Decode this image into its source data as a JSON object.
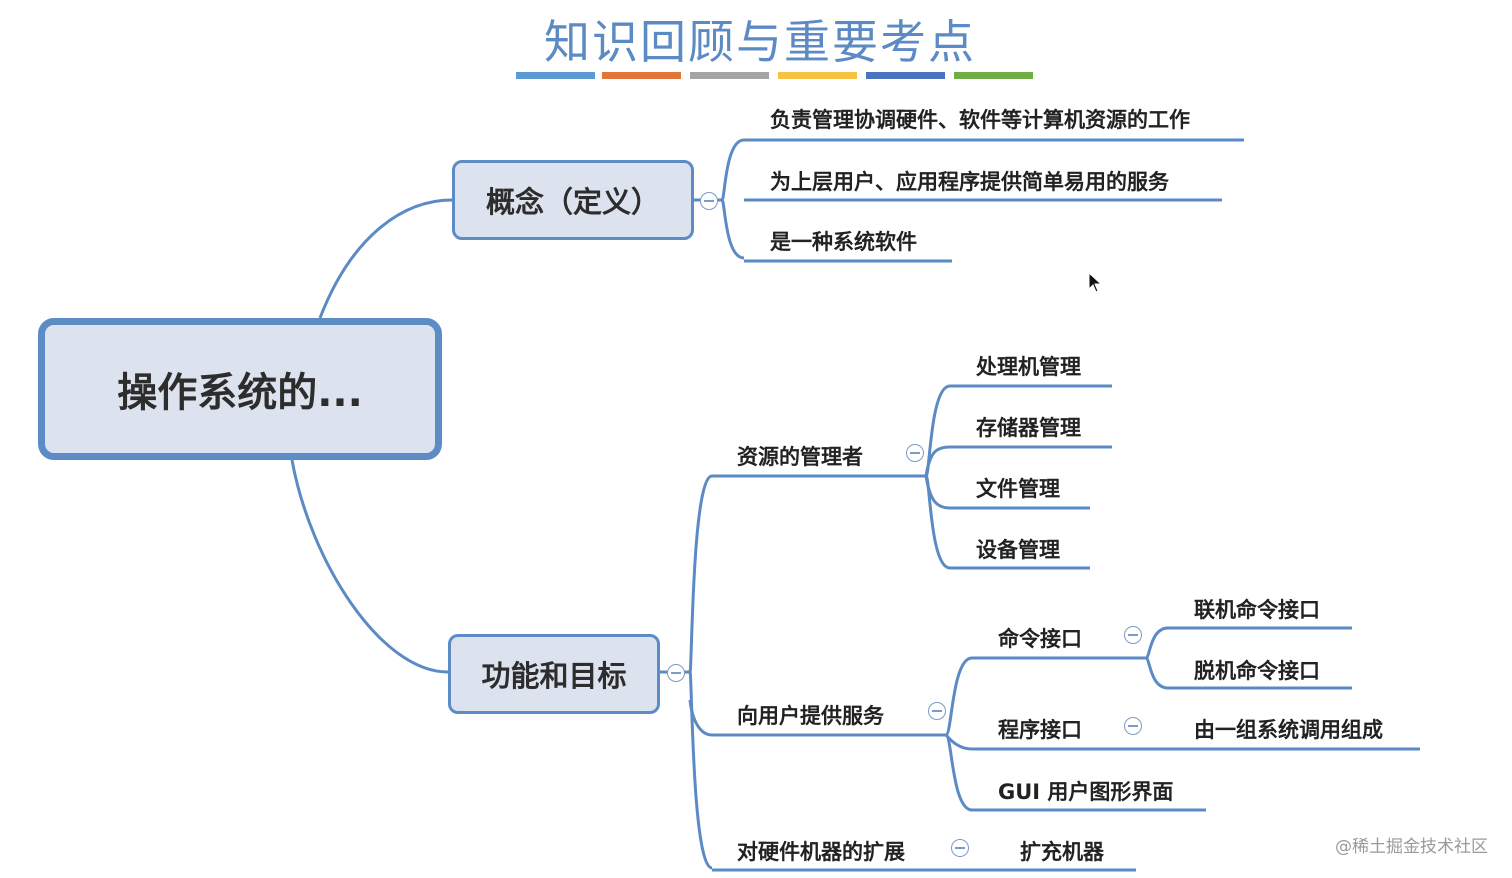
{
  "title": "知识回顾与重要考点",
  "faded_header_text": "",
  "watermark": "@稀土掘金技术社区",
  "root": "操作系统的...",
  "branch_concept": {
    "label": "概念（定义）",
    "items": [
      "负责管理协调硬件、软件等计算机资源的工作",
      "为上层用户、应用程序提供简单易用的服务",
      "是一种系统软件"
    ]
  },
  "branch_function": {
    "label": "功能和目标",
    "resource_manager": {
      "label": "资源的管理者",
      "items": [
        "处理机管理",
        "存储器管理",
        "文件管理",
        "设备管理"
      ]
    },
    "user_service": {
      "label": "向用户提供服务",
      "command_interface": {
        "label": "命令接口",
        "items": [
          "联机命令接口",
          "脱机命令接口"
        ]
      },
      "program_interface": {
        "label": "程序接口",
        "item": "由一组系统调用组成"
      },
      "gui": "GUI 用户图形界面"
    },
    "hardware_extension": {
      "label": "对硬件机器的扩展",
      "item": "扩充机器"
    }
  },
  "colors": {
    "line": "#5b8ac4",
    "box_fill": "#dde3ee",
    "box_border": "#5d8bc6",
    "title": "#5b8ac4"
  }
}
